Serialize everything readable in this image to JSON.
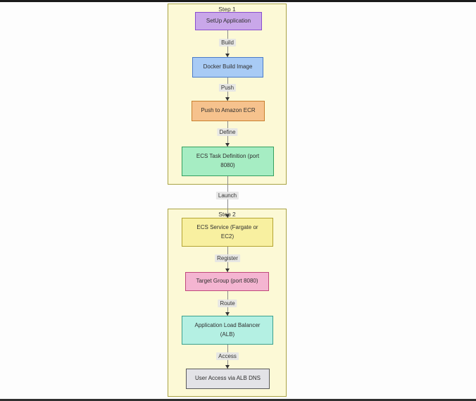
{
  "diagram": {
    "step1": {
      "title": "Step 1",
      "nodes": {
        "setup": {
          "label": "SetUp Application",
          "fill": "#c9a7e9",
          "border": "#8a4fcf"
        },
        "docker": {
          "label": "Docker Build Image",
          "fill": "#a8cbf5",
          "border": "#4a7bc9"
        },
        "ecr": {
          "label": "Push to Amazon ECR",
          "fill": "#f6c28d",
          "border": "#c9802f"
        },
        "taskdef": {
          "label": "ECS Task Definition (port\n8080)",
          "fill": "#a6edc3",
          "border": "#35a05f"
        }
      }
    },
    "step2": {
      "title": "Step 2",
      "nodes": {
        "service": {
          "label": "ECS Service (Fargate or\nEC2)",
          "fill": "#f8f0a0",
          "border": "#b3a433"
        },
        "target_group": {
          "label": "Target Group (port 8080)",
          "fill": "#f4b5d1",
          "border": "#c04a7d"
        },
        "alb": {
          "label": "Application Load Balancer\n(ALB)",
          "fill": "#b4f0e3",
          "border": "#3aa08e"
        },
        "user_access": {
          "label": "User Access via ALB DNS",
          "fill": "#e3e3e7",
          "border": "#5a5a5a"
        }
      }
    },
    "edge_labels": {
      "build": "Build",
      "push": "Push",
      "define": "Define",
      "launch": "Launch",
      "register": "Register",
      "route": "Route",
      "access": "Access"
    },
    "colors": {
      "page_bg": "#fdfdfd",
      "group_fill": "#fcf9d6",
      "group_border": "#a9a344",
      "edge_line": "#8c8c8c",
      "arrowhead": "#333333",
      "text": "#2f2f2f",
      "edge_label_bg": "#e5e5e5",
      "top_bar": "#1b1b1b",
      "bottom_bar": "#303030"
    }
  }
}
